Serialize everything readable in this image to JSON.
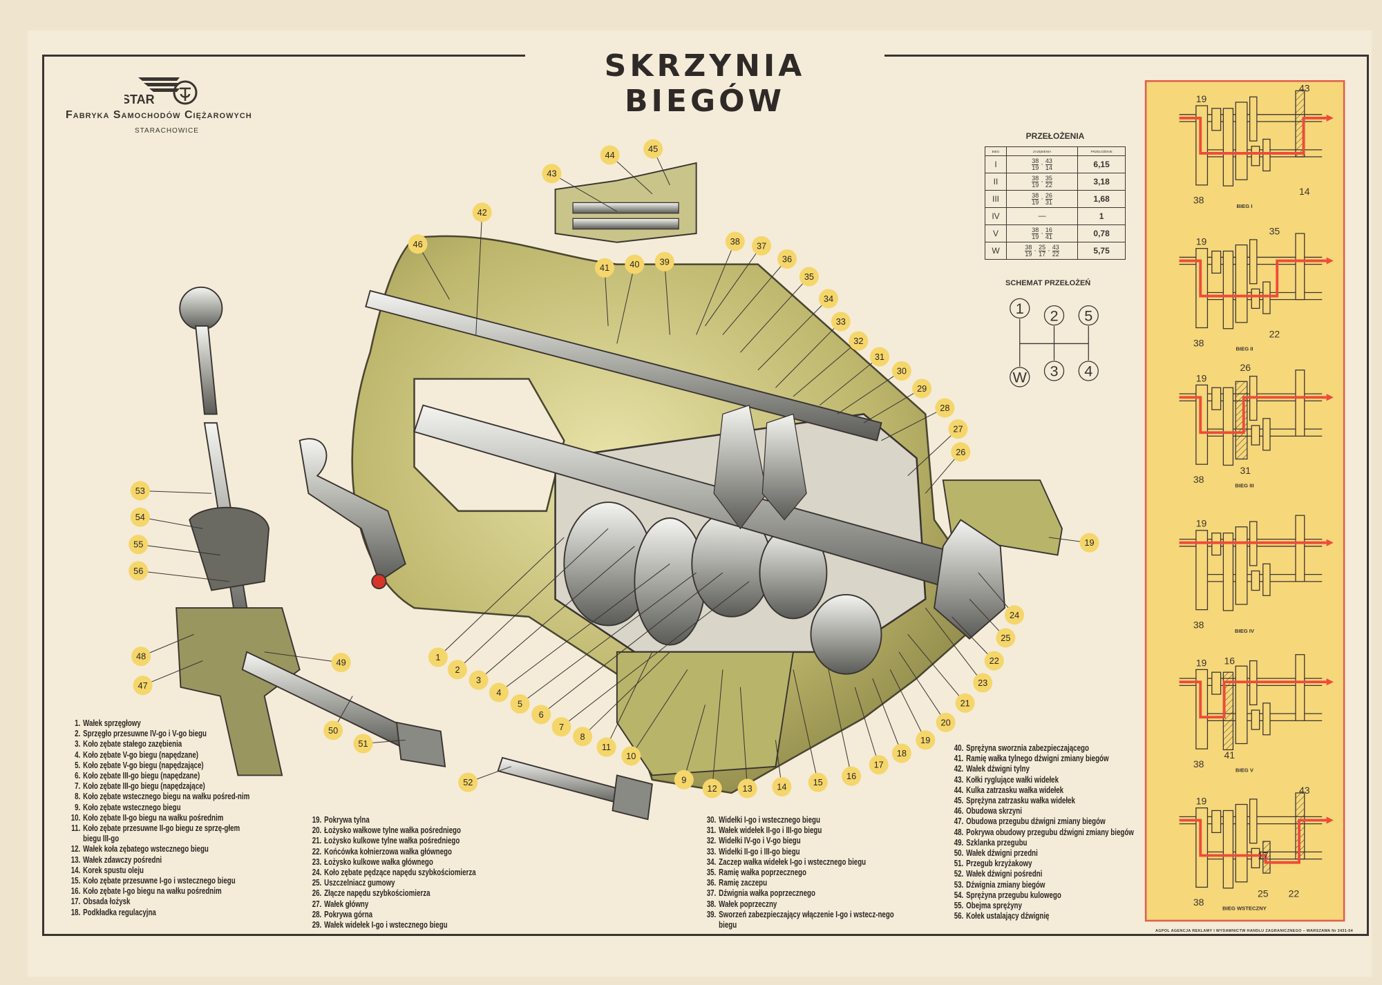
{
  "header": {
    "title": "SKRZYNIA BIEGÓW",
    "logo_text": "STAR",
    "company": "Fabryka Samochodów Ciężarowych",
    "city": "STARACHOWICE"
  },
  "ratio_table": {
    "title": "PRZEŁOŻENIA",
    "columns": [
      "BIEG",
      "ZAZĘBIENIA",
      "PRZEŁOŻENIE"
    ],
    "rows": [
      {
        "gear": "I",
        "fractions": [
          [
            "38",
            "19"
          ],
          [
            "43",
            "14"
          ]
        ],
        "ratio": "6,15"
      },
      {
        "gear": "II",
        "fractions": [
          [
            "38",
            "19"
          ],
          [
            "35",
            "22"
          ]
        ],
        "ratio": "3,18"
      },
      {
        "gear": "III",
        "fractions": [
          [
            "38",
            "19"
          ],
          [
            "26",
            "31"
          ]
        ],
        "ratio": "1,68"
      },
      {
        "gear": "IV",
        "fractions": [],
        "dash": "—",
        "ratio": "1"
      },
      {
        "gear": "V",
        "fractions": [
          [
            "38",
            "19"
          ],
          [
            "16",
            "41"
          ]
        ],
        "ratio": "0,78"
      },
      {
        "gear": "W",
        "fractions": [
          [
            "38",
            "19"
          ],
          [
            "25",
            "17"
          ],
          [
            "43",
            "22"
          ]
        ],
        "ratio": "5,75"
      }
    ]
  },
  "shift_schema": {
    "title": "SCHEMAT PRZEŁOŻEŃ",
    "positions": [
      "1",
      "2",
      "5",
      "W",
      "3",
      "4"
    ]
  },
  "gear_diagrams": [
    {
      "title": "BIEG I",
      "labels": [
        "19",
        "43",
        "38",
        "14"
      ]
    },
    {
      "title": "BIEG II",
      "labels": [
        "19",
        "35",
        "38",
        "22"
      ]
    },
    {
      "title": "BIEG III",
      "labels": [
        "19",
        "26",
        "38",
        "31"
      ]
    },
    {
      "title": "BIEG IV",
      "labels": [
        "19",
        "38"
      ]
    },
    {
      "title": "BIEG V",
      "labels": [
        "19",
        "16",
        "38",
        "41"
      ]
    },
    {
      "title": "BIEG WSTECZNY",
      "labels": [
        "19",
        "43",
        "38",
        "17",
        "25",
        "22"
      ]
    }
  ],
  "callouts": [
    "1",
    "2",
    "3",
    "4",
    "5",
    "6",
    "7",
    "8",
    "9",
    "10",
    "11",
    "12",
    "13",
    "14",
    "15",
    "16",
    "17",
    "18",
    "19",
    "20",
    "21",
    "22",
    "23",
    "24",
    "25",
    "26",
    "27",
    "28",
    "29",
    "30",
    "31",
    "32",
    "33",
    "34",
    "35",
    "36",
    "37",
    "38",
    "39",
    "40",
    "41",
    "42",
    "43",
    "44",
    "45",
    "46",
    "47",
    "48",
    "49",
    "50",
    "51",
    "52",
    "53",
    "54",
    "55",
    "56",
    "19"
  ],
  "legend": [
    [
      {
        "n": "1.",
        "t": "Wałek sprzęgłowy"
      },
      {
        "n": "2.",
        "t": "Sprzęgło przesuwne IV-go i V-go biegu"
      },
      {
        "n": "3.",
        "t": "Koło zębate stałego zazębienia"
      },
      {
        "n": "4.",
        "t": "Koło zębate V-go biegu (napędzane)"
      },
      {
        "n": "5.",
        "t": "Koło zębate V-go biegu (napędzające)"
      },
      {
        "n": "6.",
        "t": "Koło zębate III-go biegu (napędzane)"
      },
      {
        "n": "7.",
        "t": "Koło zębate III-go biegu (napędzające)"
      },
      {
        "n": "8.",
        "t": "Koło zębate wstecznego biegu na wałku pośred-nim"
      },
      {
        "n": "9.",
        "t": "Koło zębate wstecznego biegu"
      },
      {
        "n": "10.",
        "t": "Koło zębate II-go biegu na wałku pośrednim"
      },
      {
        "n": "11.",
        "t": "Koło zębate przesuwne II-go biegu ze sprzę-głem biegu III-go"
      },
      {
        "n": "12.",
        "t": "Wałek koła zębatego wstecznego biegu"
      },
      {
        "n": "13.",
        "t": "Wałek zdawczy pośredni"
      },
      {
        "n": "14.",
        "t": "Korek spustu oleju"
      },
      {
        "n": "15.",
        "t": "Koło zębate przesuwne I-go i wstecznego biegu"
      },
      {
        "n": "16.",
        "t": "Koło zębate I-go biegu na wałku pośrednim"
      },
      {
        "n": "17.",
        "t": "Obsada łożysk"
      },
      {
        "n": "18.",
        "t": "Podkładka regulacyjna"
      }
    ],
    [
      {
        "n": "19.",
        "t": "Pokrywa tylna"
      },
      {
        "n": "20.",
        "t": "Łożysko wałkowe tylne wałka pośredniego"
      },
      {
        "n": "21.",
        "t": "Łożysko kulkowe tylne wałka pośredniego"
      },
      {
        "n": "22.",
        "t": "Końcówka kołnierzowa wałka głównego"
      },
      {
        "n": "23.",
        "t": "Łożysko kulkowe wałka głównego"
      },
      {
        "n": "24.",
        "t": "Koło zębate pędzące napędu szybkościomierza"
      },
      {
        "n": "25.",
        "t": "Uszczelniacz gumowy"
      },
      {
        "n": "26.",
        "t": "Złącze napędu szybkościomierza"
      },
      {
        "n": "27.",
        "t": "Wałek główny"
      },
      {
        "n": "28.",
        "t": "Pokrywa górna"
      },
      {
        "n": "29.",
        "t": "Wałek widełek I-go i wstecznego biegu"
      }
    ],
    [
      {
        "n": "30.",
        "t": "Widełki I-go i wstecznego biegu"
      },
      {
        "n": "31.",
        "t": "Wałek widełek II-go i III-go biegu"
      },
      {
        "n": "32.",
        "t": "Widełki IV-go i V-go biegu"
      },
      {
        "n": "33.",
        "t": "Widełki II-go i III-go biegu"
      },
      {
        "n": "34.",
        "t": "Zaczep wałka widełek I-go i wstecznego biegu"
      },
      {
        "n": "35.",
        "t": "Ramię wałka poprzecznego"
      },
      {
        "n": "36.",
        "t": "Ramię zaczepu"
      },
      {
        "n": "37.",
        "t": "Dźwignia wałka poprzecznego"
      },
      {
        "n": "38.",
        "t": "Wałek poprzeczny"
      },
      {
        "n": "39.",
        "t": "Sworzeń zabezpieczający włączenie I-go i wstecz-nego biegu"
      }
    ],
    [
      {
        "n": "40.",
        "t": "Sprężyna sworznia zabezpieczającego"
      },
      {
        "n": "41.",
        "t": "Ramię wałka tylnego dźwigni zmiany biegów"
      },
      {
        "n": "42.",
        "t": "Wałek dźwigni tylny"
      },
      {
        "n": "43.",
        "t": "Kołki ryglujące wałki widełek"
      },
      {
        "n": "44.",
        "t": "Kulka zatrzasku wałka widełek"
      },
      {
        "n": "45.",
        "t": "Sprężyna zatrzasku wałka widełek"
      },
      {
        "n": "46.",
        "t": "Obudowa skrzyni"
      },
      {
        "n": "47.",
        "t": "Obudowa przegubu dźwigni zmiany biegów"
      },
      {
        "n": "48.",
        "t": "Pokrywa obudowy przegubu dźwigni zmiany biegów"
      },
      {
        "n": "49.",
        "t": "Szklanka przegubu"
      },
      {
        "n": "50.",
        "t": "Wałek dźwigni przedni"
      },
      {
        "n": "51.",
        "t": "Przegub krzyżakowy"
      },
      {
        "n": "52.",
        "t": "Wałek dźwigni pośredni"
      },
      {
        "n": "53.",
        "t": "Dźwignia zmiany biegów"
      },
      {
        "n": "54.",
        "t": "Sprężyna przegubu kulowego"
      },
      {
        "n": "55.",
        "t": "Obejma sprężyny"
      },
      {
        "n": "56.",
        "t": "Kołek ustalający dźwignię"
      }
    ]
  ],
  "footer": "AGPOL AGENCJA REKLAMY I WYDAWNICTW HANDLU ZAGRANICZNEGO – WARSZAWA Nr 2431-54",
  "colors": {
    "paper": "#f4ecd9",
    "callout": "#f5d66b",
    "panel": "#f6d77a",
    "panel_border": "#e0604a",
    "path": "#ee4b3a",
    "housing": "#b8b46a",
    "ink": "#3a3431"
  }
}
